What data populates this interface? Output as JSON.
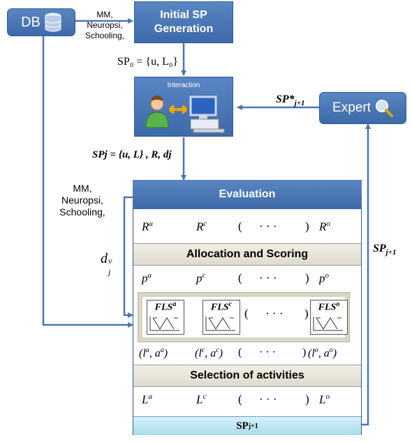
{
  "db": {
    "label": "DB",
    "icon": "database-icon"
  },
  "inputs_top": {
    "line1": "MM,",
    "line2": "Neuropsi,",
    "line3": "Schooling,"
  },
  "initial_sp": {
    "line1": "Initial SP",
    "line2": "Generation"
  },
  "sp0": {
    "text": "SP₀ = {u, L₀}"
  },
  "interaction": {
    "label": "Interaction",
    "icon": "user-computer-icon"
  },
  "expert": {
    "label": "Expert",
    "icon": "magnifier-icon"
  },
  "sp_star": {
    "text": "SP*",
    "sub": "j+1"
  },
  "spj": {
    "text": "SPj = {u, L} , R, dj"
  },
  "inputs_left": {
    "line1": "MM,",
    "line2": "Neuropsi,",
    "line3": "Schooling,"
  },
  "dvj": {
    "text": "d",
    "sup": "v",
    "sub": "j"
  },
  "sp_next_right": {
    "text": "SP",
    "sub": "j+1"
  },
  "evaluation": {
    "title": "Evaluation"
  },
  "r_row": {
    "a": "R",
    "a_sup": "a",
    "c": "R",
    "c_sup": "c",
    "dots": "· · ·",
    "o": "R",
    "o_sup": "o"
  },
  "allocation": {
    "title": "Allocation and Scoring"
  },
  "p_row": {
    "a": "p",
    "a_sup": "a",
    "c": "p",
    "c_sup": "c",
    "dots": "· · ·",
    "o": "p",
    "o_sup": "o"
  },
  "fls": {
    "a": "FLS",
    "a_sup": "a",
    "c": "FLS",
    "c_sup": "c",
    "dots": "· · ·",
    "o": "FLS",
    "o_sup": "o"
  },
  "la_row": {
    "a": "(l",
    "a_sup1": "a",
    "a_mid": ", a",
    "a_sup2": "a",
    "a_end": ")",
    "c": "(l",
    "c_sup1": "c",
    "c_mid": ", a",
    "c_sup2": "c",
    "c_end": ")",
    "dots": "· · ·",
    "o": "(l",
    "o_sup1": "o",
    "o_mid": ", a",
    "o_sup2": "o",
    "o_end": ")"
  },
  "selection": {
    "title": "Selection of activities"
  },
  "l_row": {
    "a": "L",
    "a_sup": "a",
    "c": "L",
    "c_sup": "c",
    "dots": "· · ·",
    "o": "L",
    "o_sup": "o"
  },
  "sp_bottom": {
    "text": "SP",
    "sub": "j+1"
  },
  "colors": {
    "box_blue": "#4a78b8",
    "arrow_blue": "#4a76b6",
    "band": "#e8e6dc",
    "sp_box": "#bfe6f2"
  }
}
